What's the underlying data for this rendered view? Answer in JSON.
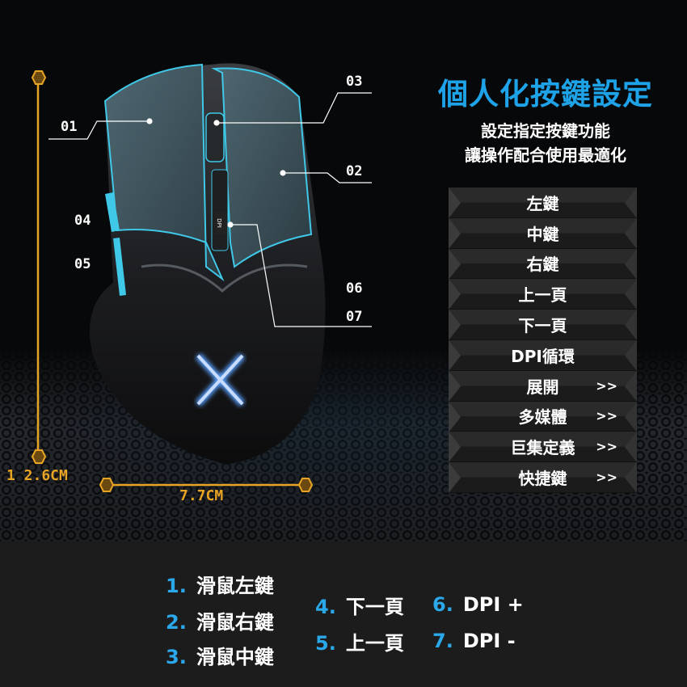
{
  "title": "個人化按鍵設定",
  "subtitle": [
    "設定指定按鍵功能",
    "讓操作配合使用最適化"
  ],
  "menu": [
    {
      "label": "左鍵",
      "submenu": false
    },
    {
      "label": "中鍵",
      "submenu": false
    },
    {
      "label": "右鍵",
      "submenu": false
    },
    {
      "label": "上一頁",
      "submenu": false
    },
    {
      "label": "下一頁",
      "submenu": false
    },
    {
      "label": "DPI循環",
      "submenu": false
    },
    {
      "label": "展開",
      "submenu": true
    },
    {
      "label": "多媒體",
      "submenu": true
    },
    {
      "label": "巨集定義",
      "submenu": true
    },
    {
      "label": "快捷鍵",
      "submenu": true
    }
  ],
  "chevron": ">>",
  "callouts": [
    "01",
    "02",
    "03",
    "04",
    "05",
    "06",
    "07"
  ],
  "dimensions": {
    "height": "1 2.6CM",
    "width": "7.7CM"
  },
  "dpi_button_text": "DPI",
  "legend": [
    {
      "num": "1.",
      "text": "滑鼠左鍵"
    },
    {
      "num": "2.",
      "text": "滑鼠右鍵"
    },
    {
      "num": "3.",
      "text": "滑鼠中鍵"
    },
    {
      "num": "4.",
      "text": "下一頁"
    },
    {
      "num": "5.",
      "text": "上一頁"
    },
    {
      "num": "6.",
      "text": "DPI +"
    },
    {
      "num": "7.",
      "text": "DPI -"
    }
  ],
  "colors": {
    "accent": "#1ea3e8",
    "ruler": "#e8a423",
    "outline": "#3fc8e8"
  }
}
